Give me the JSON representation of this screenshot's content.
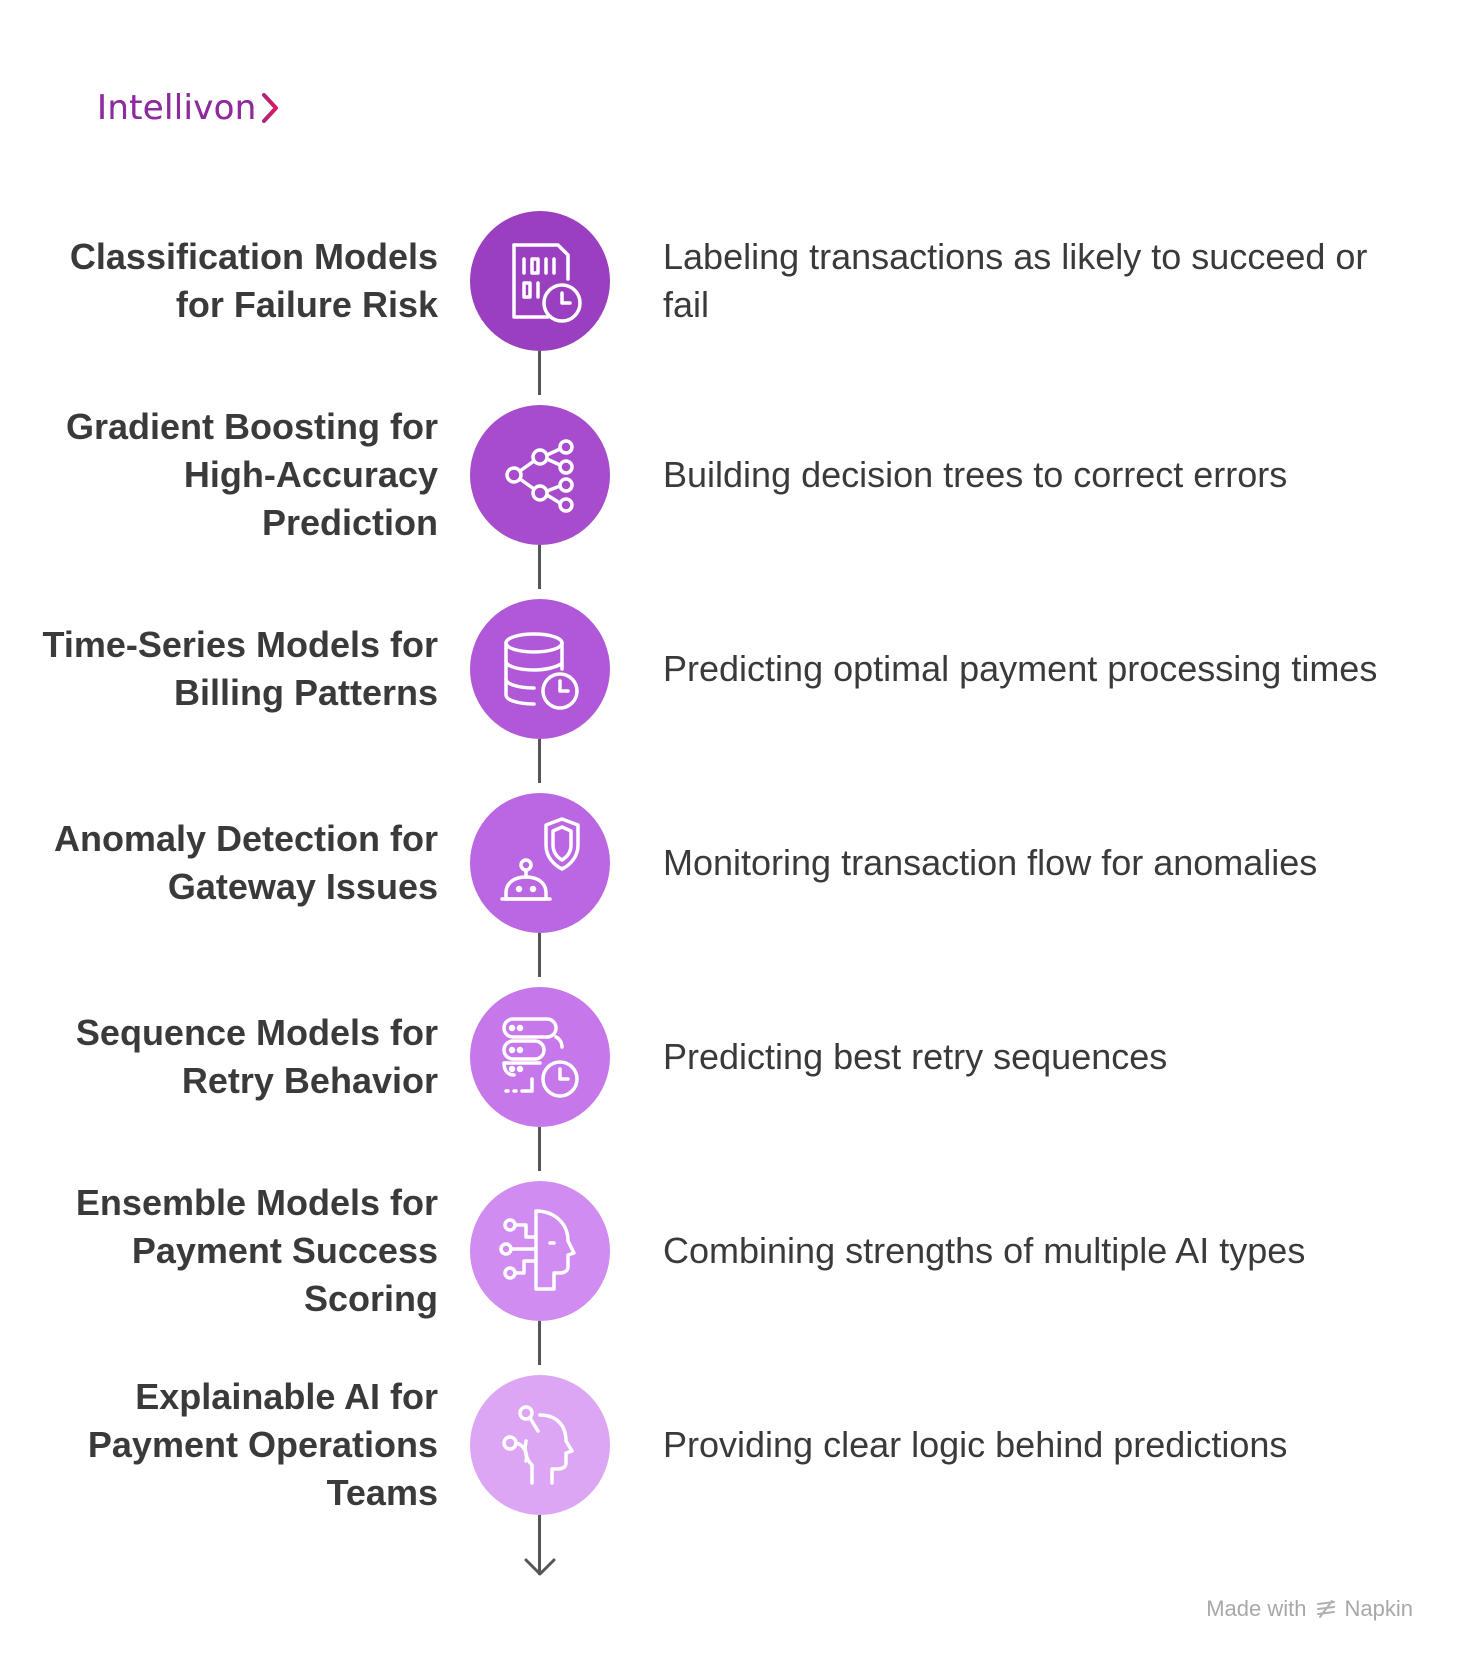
{
  "brand": {
    "name": "Intellivon",
    "color": "#8e2aa0"
  },
  "steps": [
    {
      "title": "Classification Models for Failure Risk",
      "description": "Labeling transactions as likely to succeed or fail",
      "icon": "binary-document-clock-icon",
      "color": "#9a3fbf"
    },
    {
      "title": "Gradient Boosting for High-Accuracy Prediction",
      "description": "Building decision trees to correct errors",
      "icon": "branching-nodes-icon",
      "color": "#a64ccc"
    },
    {
      "title": "Time-Series Models for Billing Patterns",
      "description": "Predicting optimal payment processing times",
      "icon": "database-clock-icon",
      "color": "#b058d8"
    },
    {
      "title": "Anomaly Detection for Gateway Issues",
      "description": "Monitoring transaction flow for anomalies",
      "icon": "robot-shield-icon",
      "color": "#bb66e2"
    },
    {
      "title": "Sequence Models for Retry Behavior",
      "description": "Predicting best retry sequences",
      "icon": "server-clock-icon",
      "color": "#c677ea"
    },
    {
      "title": "Ensemble Models for Payment Success Scoring",
      "description": "Combining strengths of multiple AI types",
      "icon": "ai-head-circuit-icon",
      "color": "#d08cf0"
    },
    {
      "title": "Explainable AI for Payment Operations Teams",
      "description": "Providing clear logic behind predictions",
      "icon": "head-nodes-icon",
      "color": "#dca6f5"
    }
  ],
  "footer": {
    "made_with": "Made with",
    "brand": "Napkin",
    "icon": "napkin-logo-icon"
  }
}
